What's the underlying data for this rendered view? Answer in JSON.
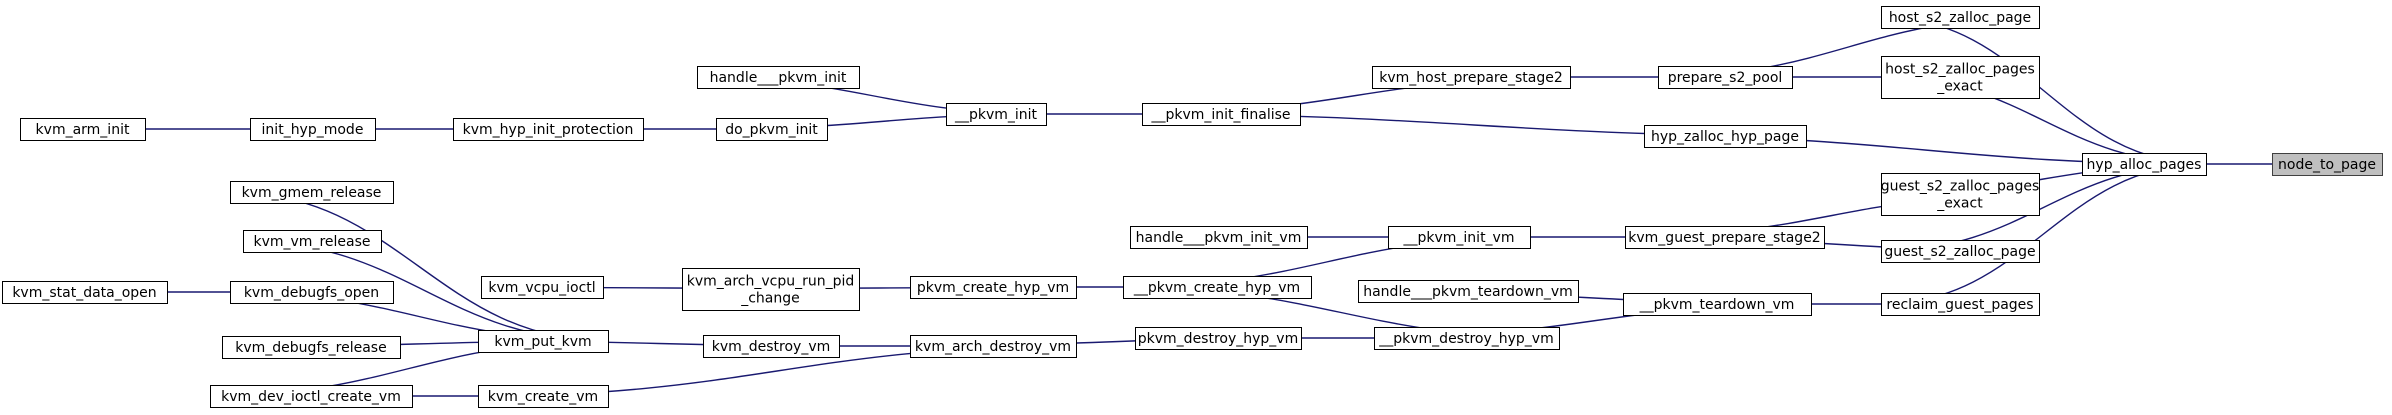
{
  "colors": {
    "edge": "#191970",
    "node_border": "#000000",
    "node_fill": "#ffffff",
    "root_fill": "#bfbfbf",
    "root_border": "#404040"
  },
  "nodes": [
    {
      "id": "node_to_page",
      "lines": [
        "node_to_page"
      ],
      "root": true
    },
    {
      "id": "hyp_alloc_pages",
      "lines": [
        "hyp_alloc_pages"
      ]
    },
    {
      "id": "host_s2_zalloc_page",
      "lines": [
        "host_s2_zalloc_page"
      ]
    },
    {
      "id": "host_s2_zalloc_pages_exact",
      "lines": [
        "host_s2_zalloc_pages",
        "_exact"
      ]
    },
    {
      "id": "hyp_zalloc_hyp_page",
      "lines": [
        "hyp_zalloc_hyp_page"
      ]
    },
    {
      "id": "guest_s2_zalloc_pages_exact",
      "lines": [
        "guest_s2_zalloc_pages",
        "_exact"
      ]
    },
    {
      "id": "guest_s2_zalloc_page",
      "lines": [
        "guest_s2_zalloc_page"
      ]
    },
    {
      "id": "reclaim_guest_pages",
      "lines": [
        "reclaim_guest_pages"
      ]
    },
    {
      "id": "prepare_s2_pool",
      "lines": [
        "prepare_s2_pool"
      ]
    },
    {
      "id": "kvm_guest_prepare_stage2",
      "lines": [
        "kvm_guest_prepare_stage2"
      ]
    },
    {
      "id": "__pkvm_teardown_vm",
      "lines": [
        "__pkvm_teardown_vm"
      ]
    },
    {
      "id": "kvm_host_prepare_stage2",
      "lines": [
        "kvm_host_prepare_stage2"
      ]
    },
    {
      "id": "__pkvm_init_finalise",
      "lines": [
        "__pkvm_init_finalise"
      ]
    },
    {
      "id": "__pkvm_init_vm",
      "lines": [
        "__pkvm_init_vm"
      ]
    },
    {
      "id": "handle___pkvm_teardown_vm",
      "lines": [
        "handle___pkvm_teardown_vm"
      ]
    },
    {
      "id": "__pkvm_destroy_hyp_vm",
      "lines": [
        "__pkvm_destroy_hyp_vm"
      ]
    },
    {
      "id": "__pkvm_init",
      "lines": [
        "__pkvm_init"
      ]
    },
    {
      "id": "handle___pkvm_init_vm",
      "lines": [
        "handle___pkvm_init_vm"
      ]
    },
    {
      "id": "__pkvm_create_hyp_vm",
      "lines": [
        "__pkvm_create_hyp_vm"
      ]
    },
    {
      "id": "pkvm_destroy_hyp_vm",
      "lines": [
        "pkvm_destroy_hyp_vm"
      ]
    },
    {
      "id": "handle___pkvm_init",
      "lines": [
        "handle___pkvm_init"
      ]
    },
    {
      "id": "do_pkvm_init",
      "lines": [
        "do_pkvm_init"
      ]
    },
    {
      "id": "pkvm_create_hyp_vm",
      "lines": [
        "pkvm_create_hyp_vm"
      ]
    },
    {
      "id": "kvm_arch_destroy_vm",
      "lines": [
        "kvm_arch_destroy_vm"
      ]
    },
    {
      "id": "kvm_hyp_init_protection",
      "lines": [
        "kvm_hyp_init_protection"
      ]
    },
    {
      "id": "kvm_arch_vcpu_run_pid_change",
      "lines": [
        "kvm_arch_vcpu_run_pid",
        "_change"
      ]
    },
    {
      "id": "kvm_destroy_vm",
      "lines": [
        "kvm_destroy_vm"
      ]
    },
    {
      "id": "kvm_create_vm",
      "lines": [
        "kvm_create_vm"
      ]
    },
    {
      "id": "init_hyp_mode",
      "lines": [
        "init_hyp_mode"
      ]
    },
    {
      "id": "kvm_vcpu_ioctl",
      "lines": [
        "kvm_vcpu_ioctl"
      ]
    },
    {
      "id": "kvm_put_kvm",
      "lines": [
        "kvm_put_kvm"
      ]
    },
    {
      "id": "kvm_arm_init",
      "lines": [
        "kvm_arm_init"
      ]
    },
    {
      "id": "kvm_gmem_release",
      "lines": [
        "kvm_gmem_release"
      ]
    },
    {
      "id": "kvm_vm_release",
      "lines": [
        "kvm_vm_release"
      ]
    },
    {
      "id": "kvm_debugfs_open",
      "lines": [
        "kvm_debugfs_open"
      ]
    },
    {
      "id": "kvm_debugfs_release",
      "lines": [
        "kvm_debugfs_release"
      ]
    },
    {
      "id": "kvm_dev_ioctl_create_vm",
      "lines": [
        "kvm_dev_ioctl_create_vm"
      ]
    },
    {
      "id": "kvm_stat_data_open",
      "lines": [
        "kvm_stat_data_open"
      ]
    }
  ],
  "edges": [
    {
      "from": "hyp_alloc_pages",
      "to": "node_to_page"
    },
    {
      "from": "host_s2_zalloc_page",
      "to": "hyp_alloc_pages"
    },
    {
      "from": "host_s2_zalloc_pages_exact",
      "to": "hyp_alloc_pages"
    },
    {
      "from": "hyp_zalloc_hyp_page",
      "to": "hyp_alloc_pages"
    },
    {
      "from": "guest_s2_zalloc_pages_exact",
      "to": "hyp_alloc_pages"
    },
    {
      "from": "guest_s2_zalloc_page",
      "to": "hyp_alloc_pages"
    },
    {
      "from": "reclaim_guest_pages",
      "to": "hyp_alloc_pages"
    },
    {
      "from": "prepare_s2_pool",
      "to": "host_s2_zalloc_page"
    },
    {
      "from": "prepare_s2_pool",
      "to": "host_s2_zalloc_pages_exact"
    },
    {
      "from": "kvm_host_prepare_stage2",
      "to": "prepare_s2_pool"
    },
    {
      "from": "__pkvm_init_finalise",
      "to": "kvm_host_prepare_stage2"
    },
    {
      "from": "__pkvm_init_finalise",
      "to": "hyp_zalloc_hyp_page"
    },
    {
      "from": "__pkvm_init",
      "to": "__pkvm_init_finalise"
    },
    {
      "from": "handle___pkvm_init",
      "to": "__pkvm_init"
    },
    {
      "from": "do_pkvm_init",
      "to": "__pkvm_init"
    },
    {
      "from": "kvm_hyp_init_protection",
      "to": "do_pkvm_init"
    },
    {
      "from": "init_hyp_mode",
      "to": "kvm_hyp_init_protection"
    },
    {
      "from": "kvm_arm_init",
      "to": "init_hyp_mode"
    },
    {
      "from": "kvm_guest_prepare_stage2",
      "to": "guest_s2_zalloc_pages_exact"
    },
    {
      "from": "kvm_guest_prepare_stage2",
      "to": "guest_s2_zalloc_page"
    },
    {
      "from": "__pkvm_init_vm",
      "to": "kvm_guest_prepare_stage2"
    },
    {
      "from": "handle___pkvm_init_vm",
      "to": "__pkvm_init_vm"
    },
    {
      "from": "__pkvm_create_hyp_vm",
      "to": "__pkvm_init_vm"
    },
    {
      "from": "pkvm_create_hyp_vm",
      "to": "__pkvm_create_hyp_vm"
    },
    {
      "from": "kvm_arch_vcpu_run_pid_change",
      "to": "pkvm_create_hyp_vm"
    },
    {
      "from": "kvm_vcpu_ioctl",
      "to": "kvm_arch_vcpu_run_pid_change"
    },
    {
      "from": "__pkvm_teardown_vm",
      "to": "reclaim_guest_pages"
    },
    {
      "from": "handle___pkvm_teardown_vm",
      "to": "__pkvm_teardown_vm"
    },
    {
      "from": "__pkvm_destroy_hyp_vm",
      "to": "__pkvm_teardown_vm"
    },
    {
      "from": "__pkvm_create_hyp_vm",
      "to": "__pkvm_destroy_hyp_vm"
    },
    {
      "from": "pkvm_destroy_hyp_vm",
      "to": "__pkvm_destroy_hyp_vm"
    },
    {
      "from": "kvm_arch_destroy_vm",
      "to": "pkvm_destroy_hyp_vm"
    },
    {
      "from": "kvm_destroy_vm",
      "to": "kvm_arch_destroy_vm"
    },
    {
      "from": "kvm_create_vm",
      "to": "kvm_arch_destroy_vm"
    },
    {
      "from": "kvm_put_kvm",
      "to": "kvm_destroy_vm"
    },
    {
      "from": "kvm_dev_ioctl_create_vm",
      "to": "kvm_create_vm"
    },
    {
      "from": "kvm_gmem_release",
      "to": "kvm_put_kvm"
    },
    {
      "from": "kvm_vm_release",
      "to": "kvm_put_kvm"
    },
    {
      "from": "kvm_debugfs_open",
      "to": "kvm_put_kvm"
    },
    {
      "from": "kvm_debugfs_release",
      "to": "kvm_put_kvm"
    },
    {
      "from": "kvm_dev_ioctl_create_vm",
      "to": "kvm_put_kvm"
    },
    {
      "from": "kvm_stat_data_open",
      "to": "kvm_debugfs_open"
    }
  ]
}
